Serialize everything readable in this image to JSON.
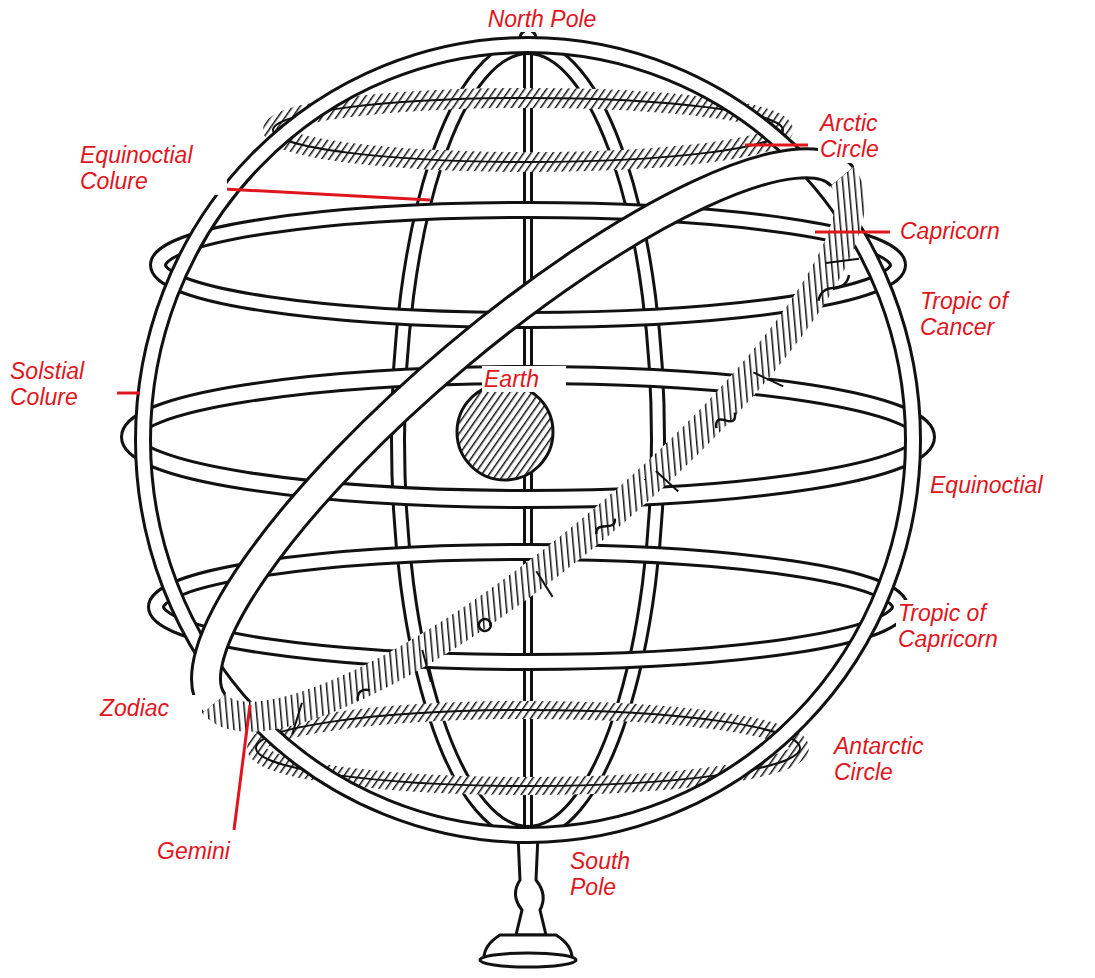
{
  "diagram": {
    "labels": [
      "North Pole",
      "Arctic Circle",
      "Equinoctial Colure",
      "Capricorn",
      "Tropic of Cancer",
      "Solstial Colure",
      "Earth",
      "Equinoctial",
      "Tropic of Capricorn",
      "Zodiac",
      "Antarctic Circle",
      "Gemini",
      "South Pole"
    ]
  }
}
